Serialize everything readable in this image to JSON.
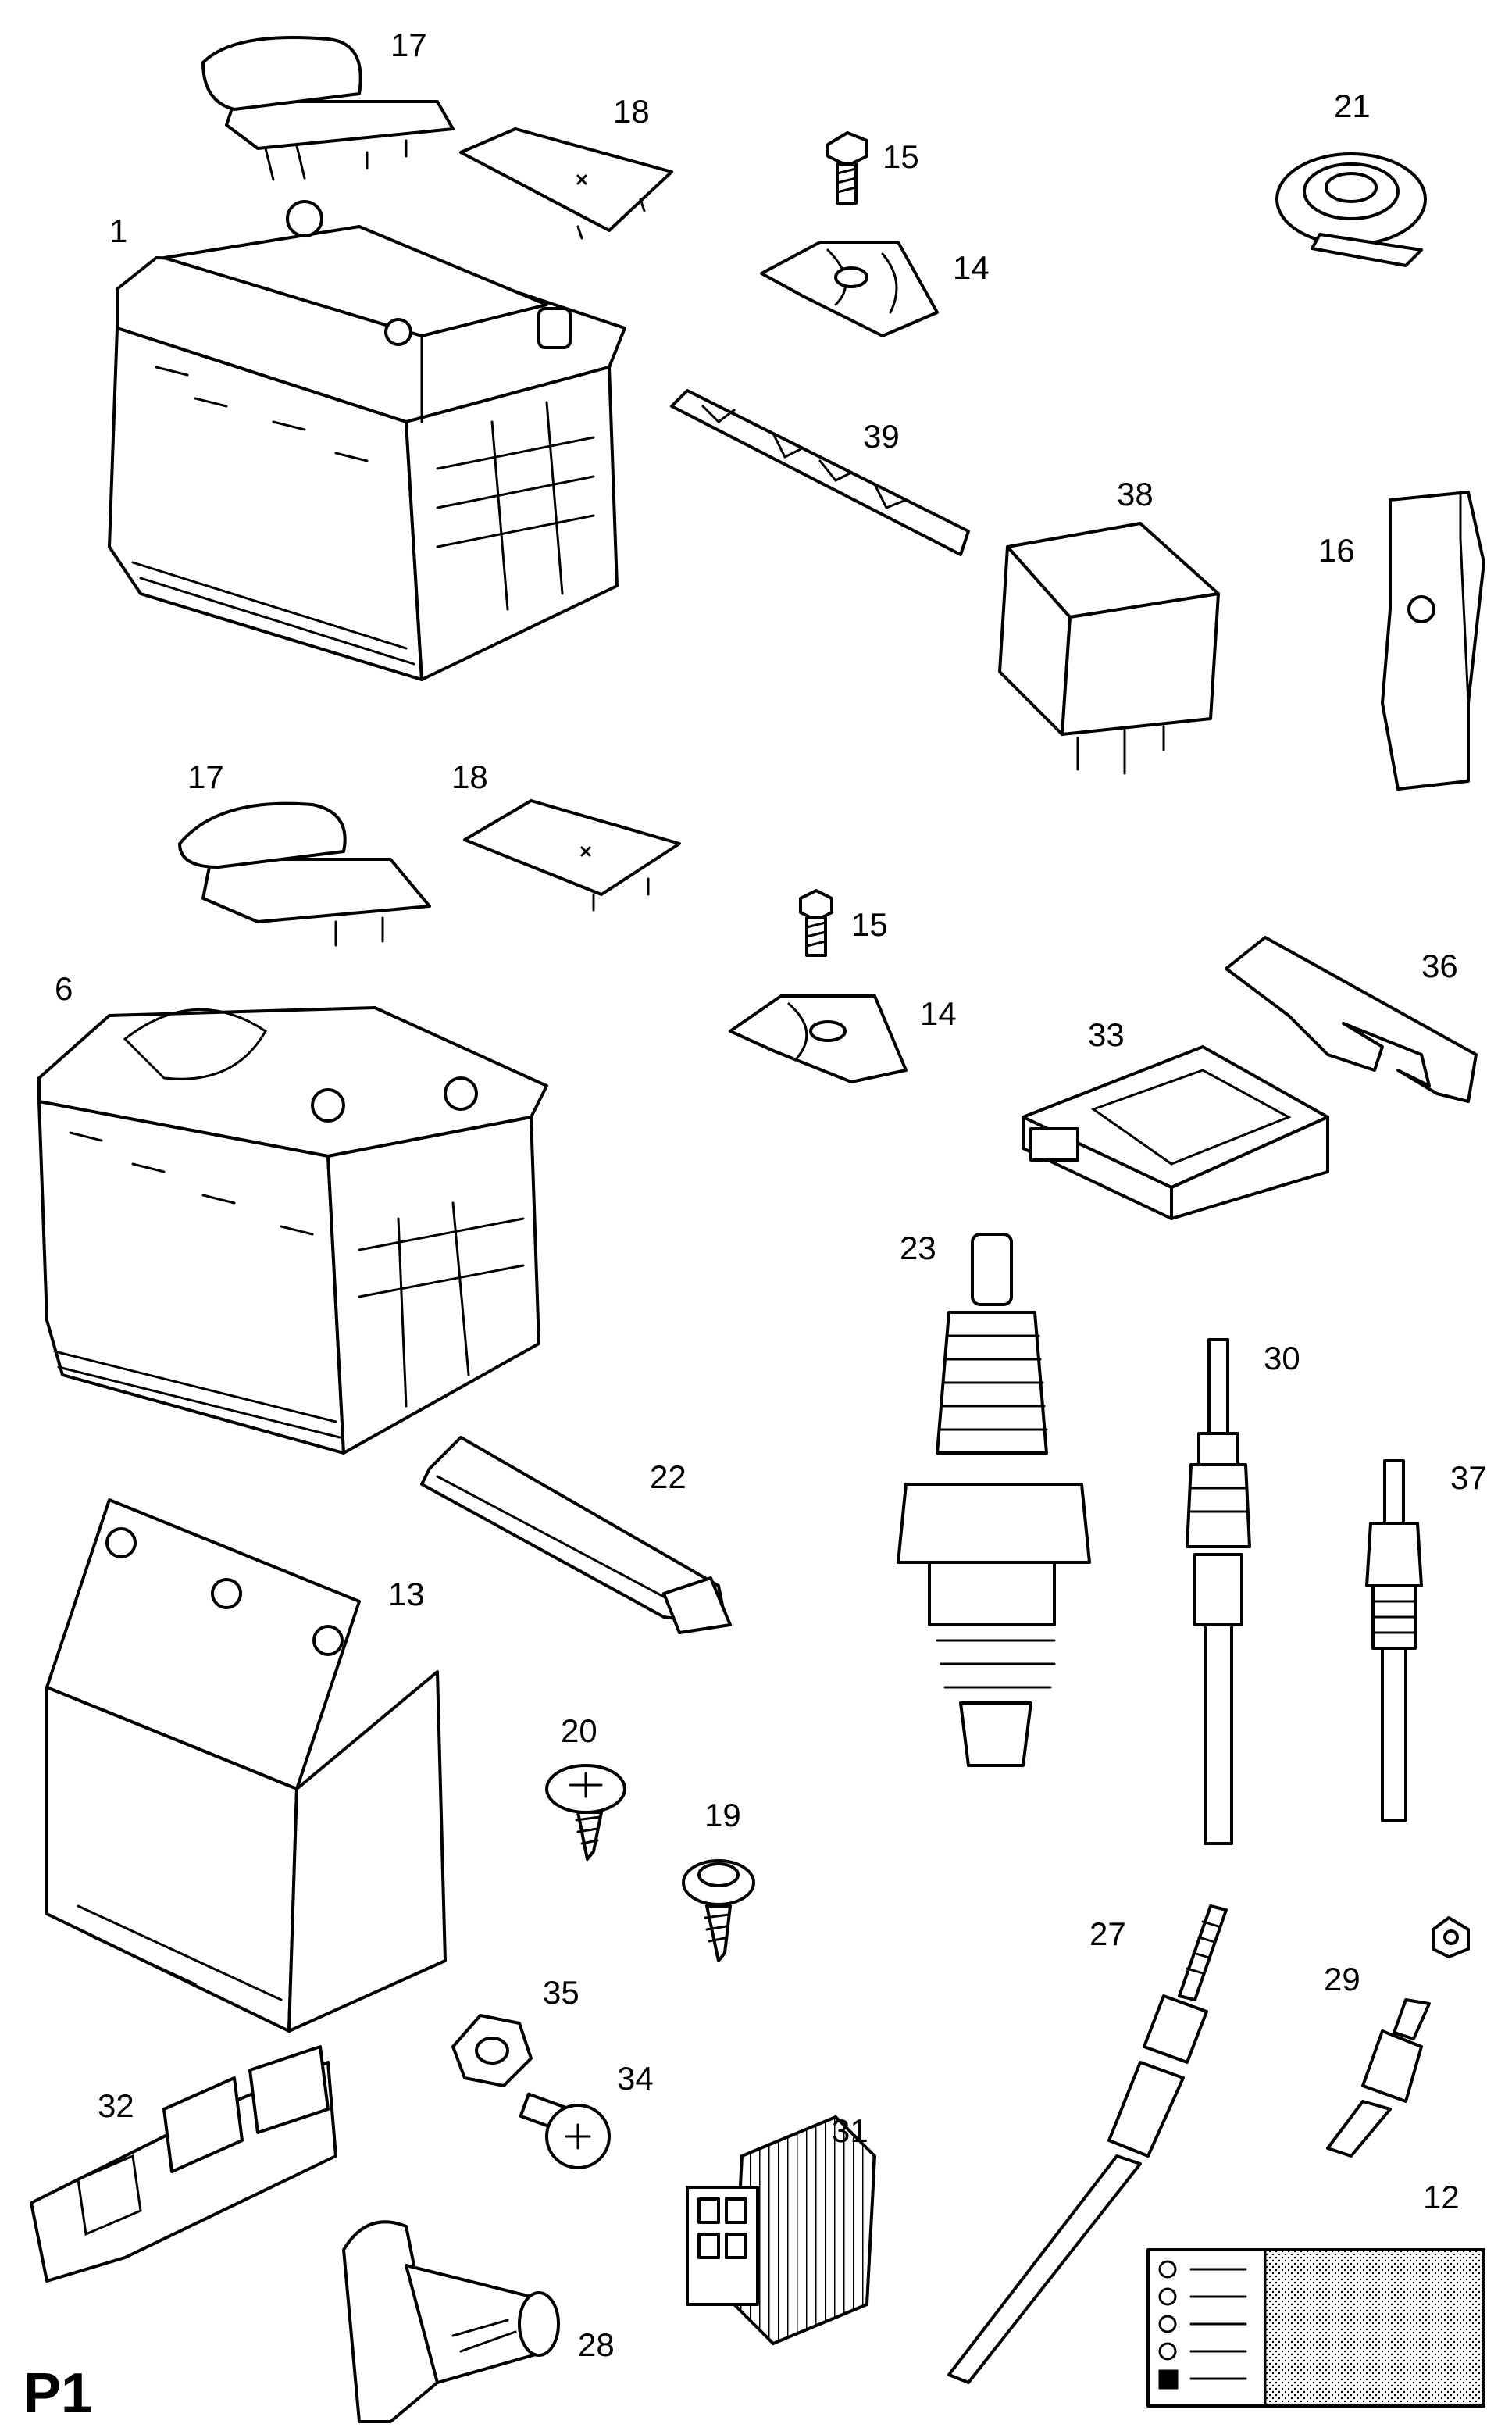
{
  "diagram": {
    "plate_id": "P1",
    "callouts": [
      "17",
      "18",
      "1",
      "15",
      "14",
      "21",
      "39",
      "38",
      "16",
      "17",
      "18",
      "15",
      "14",
      "6",
      "36",
      "33",
      "23",
      "30",
      "37",
      "22",
      "13",
      "20",
      "19",
      "27",
      "35",
      "29",
      "34",
      "32",
      "31",
      "12",
      "28"
    ]
  }
}
